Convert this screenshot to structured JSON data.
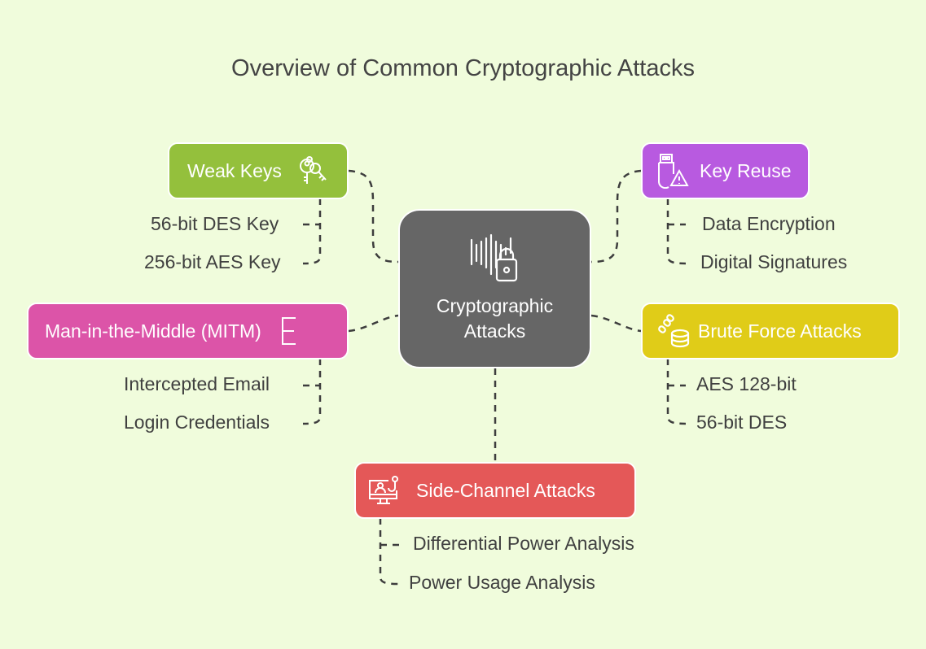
{
  "title": "Overview of Common Cryptographic Attacks",
  "center": {
    "line1": "Cryptographic",
    "line2": "Attacks",
    "icon": "soundwave-lock-icon"
  },
  "colors": {
    "background": "#f0fcdc",
    "center": "#666666",
    "weak_keys": "#94c03c",
    "key_reuse": "#b85ae0",
    "mitm": "#dc54a8",
    "brute_force": "#e0cc18",
    "side_channel": "#e45858"
  },
  "branches": {
    "weak_keys": {
      "label": "Weak Keys",
      "icon": "keys-icon",
      "items": [
        "56-bit DES Key",
        "256-bit AES Key"
      ]
    },
    "key_reuse": {
      "label": "Key Reuse",
      "icon": "usb-warning-icon",
      "items": [
        "Data Encryption",
        "Digital Signatures"
      ]
    },
    "mitm": {
      "label": "Man-in-the-Middle (MITM)",
      "icon": "bracket-e-icon",
      "items": [
        "Intercepted Email",
        "Login Credentials"
      ]
    },
    "brute_force": {
      "label": "Brute Force Attacks",
      "icon": "chain-database-icon",
      "items": [
        "AES 128-bit",
        "56-bit DES"
      ]
    },
    "side_channel": {
      "label": "Side-Channel Attacks",
      "icon": "monitor-user-icon",
      "items": [
        "Differential Power Analysis",
        "Power Usage Analysis"
      ]
    }
  }
}
